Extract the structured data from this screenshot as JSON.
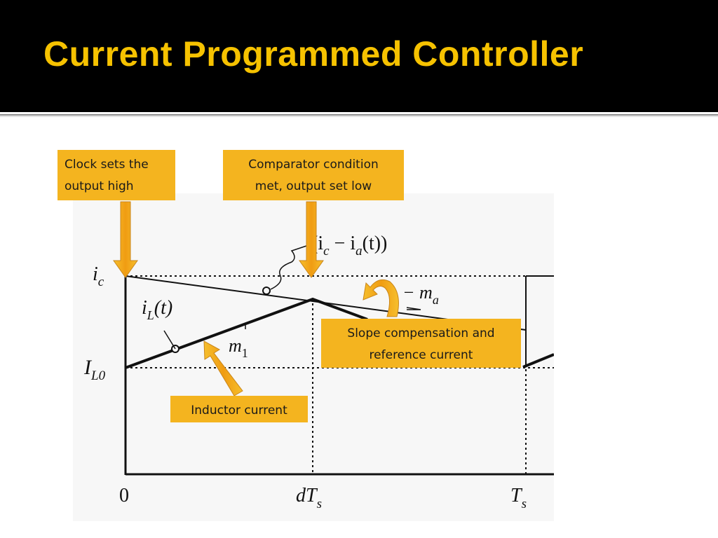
{
  "slide": {
    "title": "Current Programmed Controller"
  },
  "callouts": {
    "clock": {
      "lines": [
        "Clock sets the",
        "output high"
      ]
    },
    "comparator": {
      "lines": [
        "Comparator condition",
        "met, output set low"
      ]
    },
    "slope": {
      "lines": [
        "Slope compensation and",
        "reference current"
      ]
    },
    "inductor": {
      "lines": [
        "Inductor current"
      ]
    }
  },
  "diagram": {
    "y_labels": {
      "ic": "c",
      "ic_base": "i",
      "il0_base": "I",
      "il0_sub": "L0"
    },
    "x_labels": {
      "zero": "0",
      "dts_base": "dT",
      "dts_sub": "s",
      "ts_base": "T",
      "ts_sub": "s"
    },
    "annotations": {
      "reference": "(i",
      "reference_c": "c",
      "reference_mid": " − i",
      "reference_a": "a",
      "reference_end": "(t))",
      "il_base": "i",
      "il_sub": "L",
      "il_end": "(t)",
      "slope_ma_prefix": "− m",
      "slope_ma_sub": "a",
      "slope_m1": "m",
      "slope_m1_sub": "1"
    }
  },
  "colors": {
    "header_bg": "#000000",
    "title": "#f6c200",
    "callout_bg": "#f4b41f",
    "arrow": "#f0a81c"
  }
}
